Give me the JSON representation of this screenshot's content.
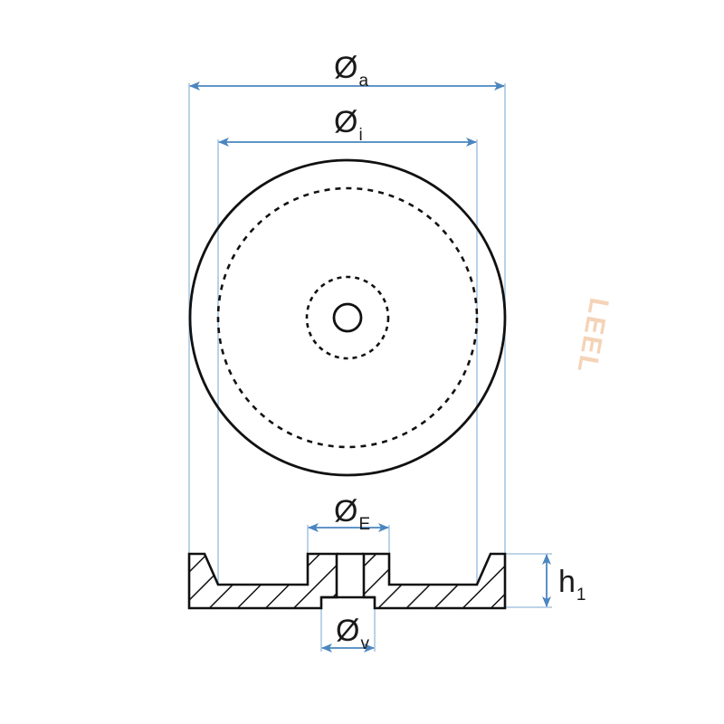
{
  "diagram": {
    "title": "Pot magnet technical drawing (top view and cross-section)",
    "colors": {
      "outline": "#111111",
      "dimension": "#4a86c0",
      "extension": "#a9c6e2",
      "hatch": "#111111",
      "watermark": "#f3c9a6"
    },
    "dimensions": {
      "outer_diameter": {
        "symbol": "Ø",
        "sub": "a"
      },
      "inner_diameter": {
        "symbol": "Ø",
        "sub": "i"
      },
      "boss_diameter": {
        "symbol": "Ø",
        "sub": "E"
      },
      "counterbore_diameter": {
        "symbol": "Ø",
        "sub": "v"
      },
      "height": {
        "symbol": "h",
        "sub": "1"
      }
    },
    "views": {
      "top_view": {
        "circles": [
          {
            "name": "outer-edge",
            "style": "solid"
          },
          {
            "name": "magnet-inner-edge",
            "style": "dashed"
          },
          {
            "name": "boss-edge",
            "style": "dashed"
          },
          {
            "name": "through-hole",
            "style": "solid"
          }
        ]
      },
      "section_view": {
        "hatched": true
      }
    },
    "watermark": "LEEL"
  }
}
